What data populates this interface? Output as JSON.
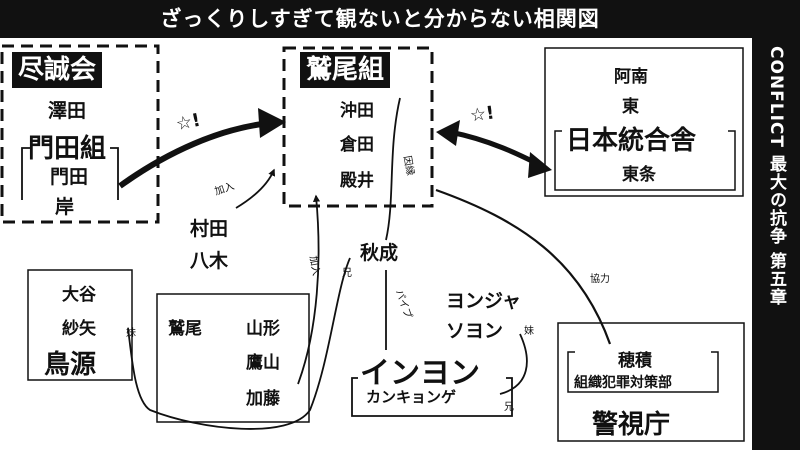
{
  "header": {
    "title": "ざっくりしすぎて観ないと分からない相関図"
  },
  "sidebar": {
    "label": "CONFLICT 最大の抗争 第五章"
  },
  "jinseikai": {
    "name": "尽誠会",
    "member": "澤田",
    "subgroup": "門田組",
    "sub_members": [
      "門田",
      "岸"
    ]
  },
  "washio": {
    "name": "鷲尾組",
    "members": [
      "沖田",
      "倉田",
      "殿井"
    ]
  },
  "nihon": {
    "members": [
      "阿南",
      "東"
    ],
    "name": "日本統合舎",
    "leader": "東条"
  },
  "center": {
    "pair": [
      "村田",
      "八木"
    ],
    "akinari": "秋成"
  },
  "torigen": {
    "members": [
      "大谷",
      "紗矢"
    ],
    "name": "鳥源"
  },
  "group2": {
    "members": [
      "鷲尾",
      "山形",
      "鷹山",
      "加藤"
    ]
  },
  "inyon": {
    "top": "ヨンジャ",
    "top2": "ソヨン",
    "name": "インヨン",
    "sub": "カンキョンゲ"
  },
  "police": {
    "member": "穂積",
    "unit": "組織犯罪対策部",
    "name": "警視庁"
  },
  "edges": {
    "kanyu1": "加入",
    "kanyu2": "加入",
    "innen": "因縁",
    "pipe": "パイプ",
    "ani1": "兄",
    "ani2": "兄",
    "imouto1": "妹",
    "imouto2": "妹",
    "kyoryoku": "協力",
    "bang1": "☆!",
    "bang2": "☆!"
  }
}
